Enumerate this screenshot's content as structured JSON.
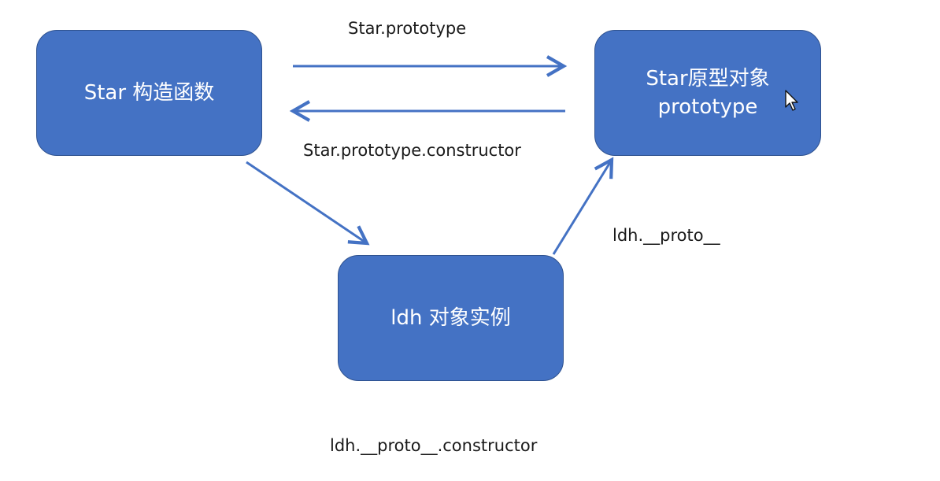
{
  "nodes": {
    "constructor": {
      "line1": "Star 构造函数"
    },
    "prototype": {
      "line1": "Star原型对象",
      "line2": "prototype"
    },
    "instance": {
      "line1": "ldh 对象实例"
    }
  },
  "edges": {
    "star_prototype": "Star.prototype",
    "constructor_ref": "Star.prototype.constructor",
    "ldh_proto": "ldh.__proto__",
    "ldh_proto_ctor": "ldh.__proto__.constructor"
  },
  "colors": {
    "node_fill": "#4472c4",
    "node_border": "#2f528f",
    "arrow": "#4472c4"
  },
  "icons": {
    "cursor": "mouse-pointer-icon"
  }
}
